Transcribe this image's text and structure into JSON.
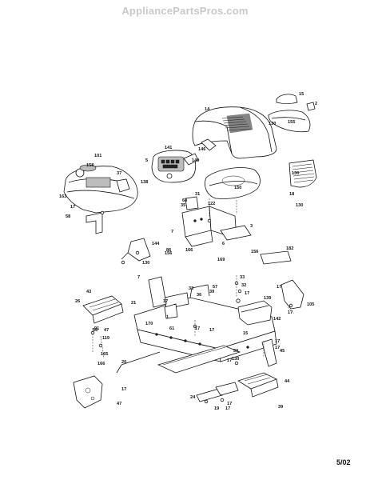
{
  "watermark": "AppliancePartsPros.com",
  "revision_date": "5/02",
  "part_numbers": [
    "15",
    "2",
    "14",
    "130",
    "155",
    "146",
    "141",
    "5",
    "140",
    "101",
    "158",
    "37",
    "138",
    "163",
    "17",
    "58",
    "68",
    "35",
    "31",
    "122",
    "150",
    "130",
    "18",
    "130",
    "3",
    "7",
    "144",
    "130",
    "6",
    "169",
    "156",
    "182",
    "156",
    "7",
    "43",
    "26",
    "21",
    "170",
    "56",
    "91",
    "47",
    "119",
    "165",
    "166",
    "20",
    "19",
    "57",
    "39",
    "33",
    "32",
    "17",
    "139",
    "17",
    "105",
    "142",
    "17",
    "50",
    "130",
    "45",
    "17",
    "17",
    "44",
    "17",
    "24",
    "17",
    "39",
    "17",
    "47",
    "166",
    "86",
    "15",
    "17",
    "17",
    "17",
    "17",
    "1",
    "36",
    "61",
    "33"
  ]
}
